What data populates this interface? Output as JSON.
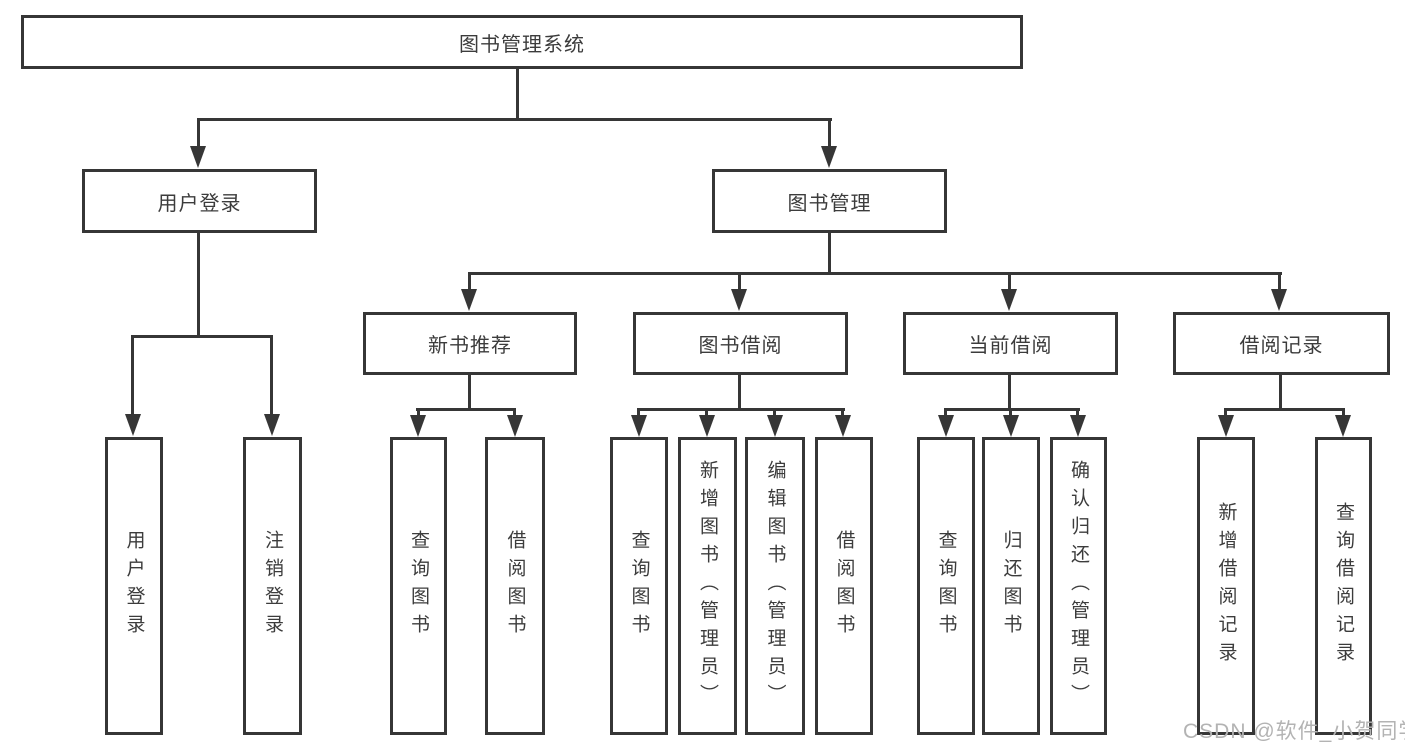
{
  "diagram": {
    "root": {
      "label": "图书管理系统"
    },
    "level2": {
      "user_login": "用户登录",
      "book_management": "图书管理"
    },
    "level3": {
      "new_books": "新书推荐",
      "book_borrow": "图书借阅",
      "current_borrow": "当前借阅",
      "borrow_records": "借阅记录"
    },
    "leaves": {
      "user_login": [
        "用户登录",
        "注销登录"
      ],
      "new_books": [
        "查询图书",
        "借阅图书"
      ],
      "book_borrow": [
        "查询图书",
        "新增图书（管理员）",
        "编辑图书（管理员）",
        "借阅图书"
      ],
      "current_borrow": [
        "查询图书",
        "归还图书",
        "确认归还（管理员）"
      ],
      "borrow_records": [
        "新增借阅记录",
        "查询借阅记录"
      ]
    },
    "watermark": "CSDN @软件_小贺同学",
    "colors": {
      "line": "#363636",
      "text": "#3c3c3c",
      "watermark": "#b3b3b3",
      "background": "#ffffff"
    }
  }
}
